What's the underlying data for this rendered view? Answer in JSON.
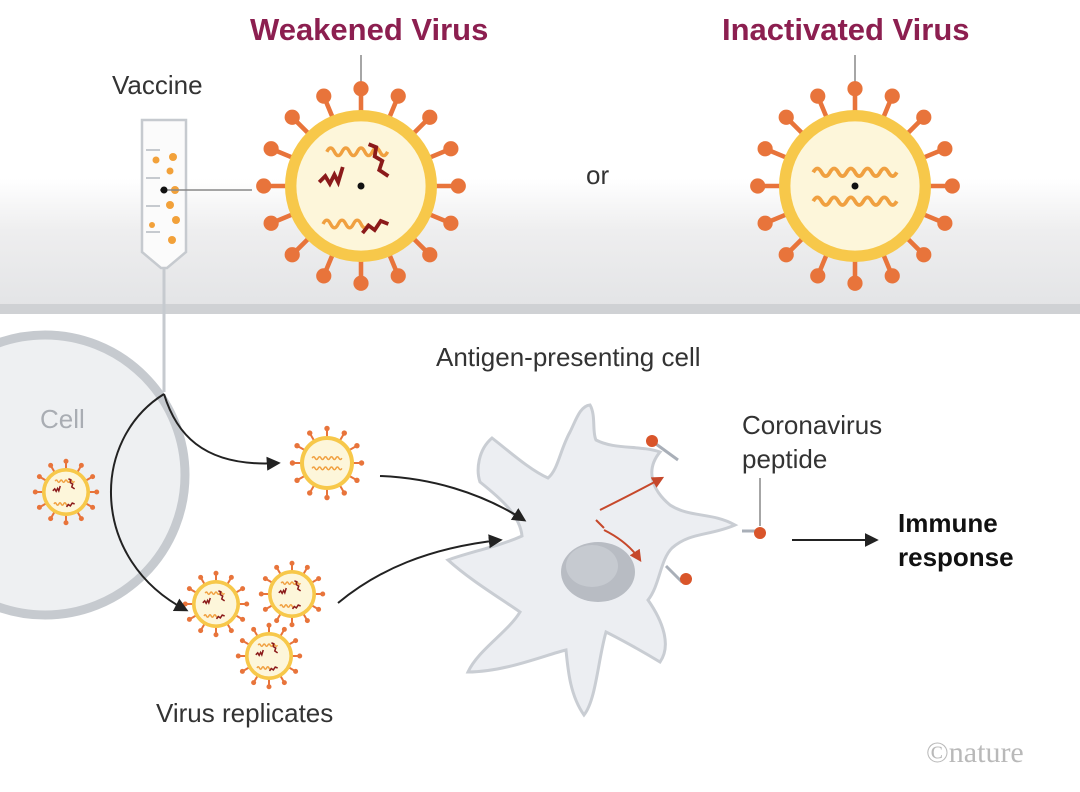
{
  "labels": {
    "weakened_virus": "Weakened Virus",
    "inactivated_virus": "Inactivated Virus",
    "vaccine": "Vaccine",
    "or": "or",
    "cell": "Cell",
    "antigen_presenting_cell": "Antigen-presenting cell",
    "coronavirus_peptide_line1": "Coronavirus",
    "coronavirus_peptide_line2": "peptide",
    "immune_response_line1": "Immune",
    "immune_response_line2": "response",
    "virus_replicates": "Virus replicates",
    "credit": "©nature"
  },
  "colors": {
    "title": "#8c1f50",
    "virus_spike": "#e8743b",
    "virus_shell": "#f7c84a",
    "virus_core": "#fdf6da",
    "rna_weakened": "#8b1a1a",
    "rna_inactivated": "#f0a040",
    "cell_fill": "#eceef2",
    "cell_outline": "#c9cdd3",
    "peptide": "#d9552a"
  },
  "icons": {
    "vaccine": "syringe-icon",
    "virus": "coronavirus-icon",
    "cell": "antigen-presenting-cell-icon"
  }
}
